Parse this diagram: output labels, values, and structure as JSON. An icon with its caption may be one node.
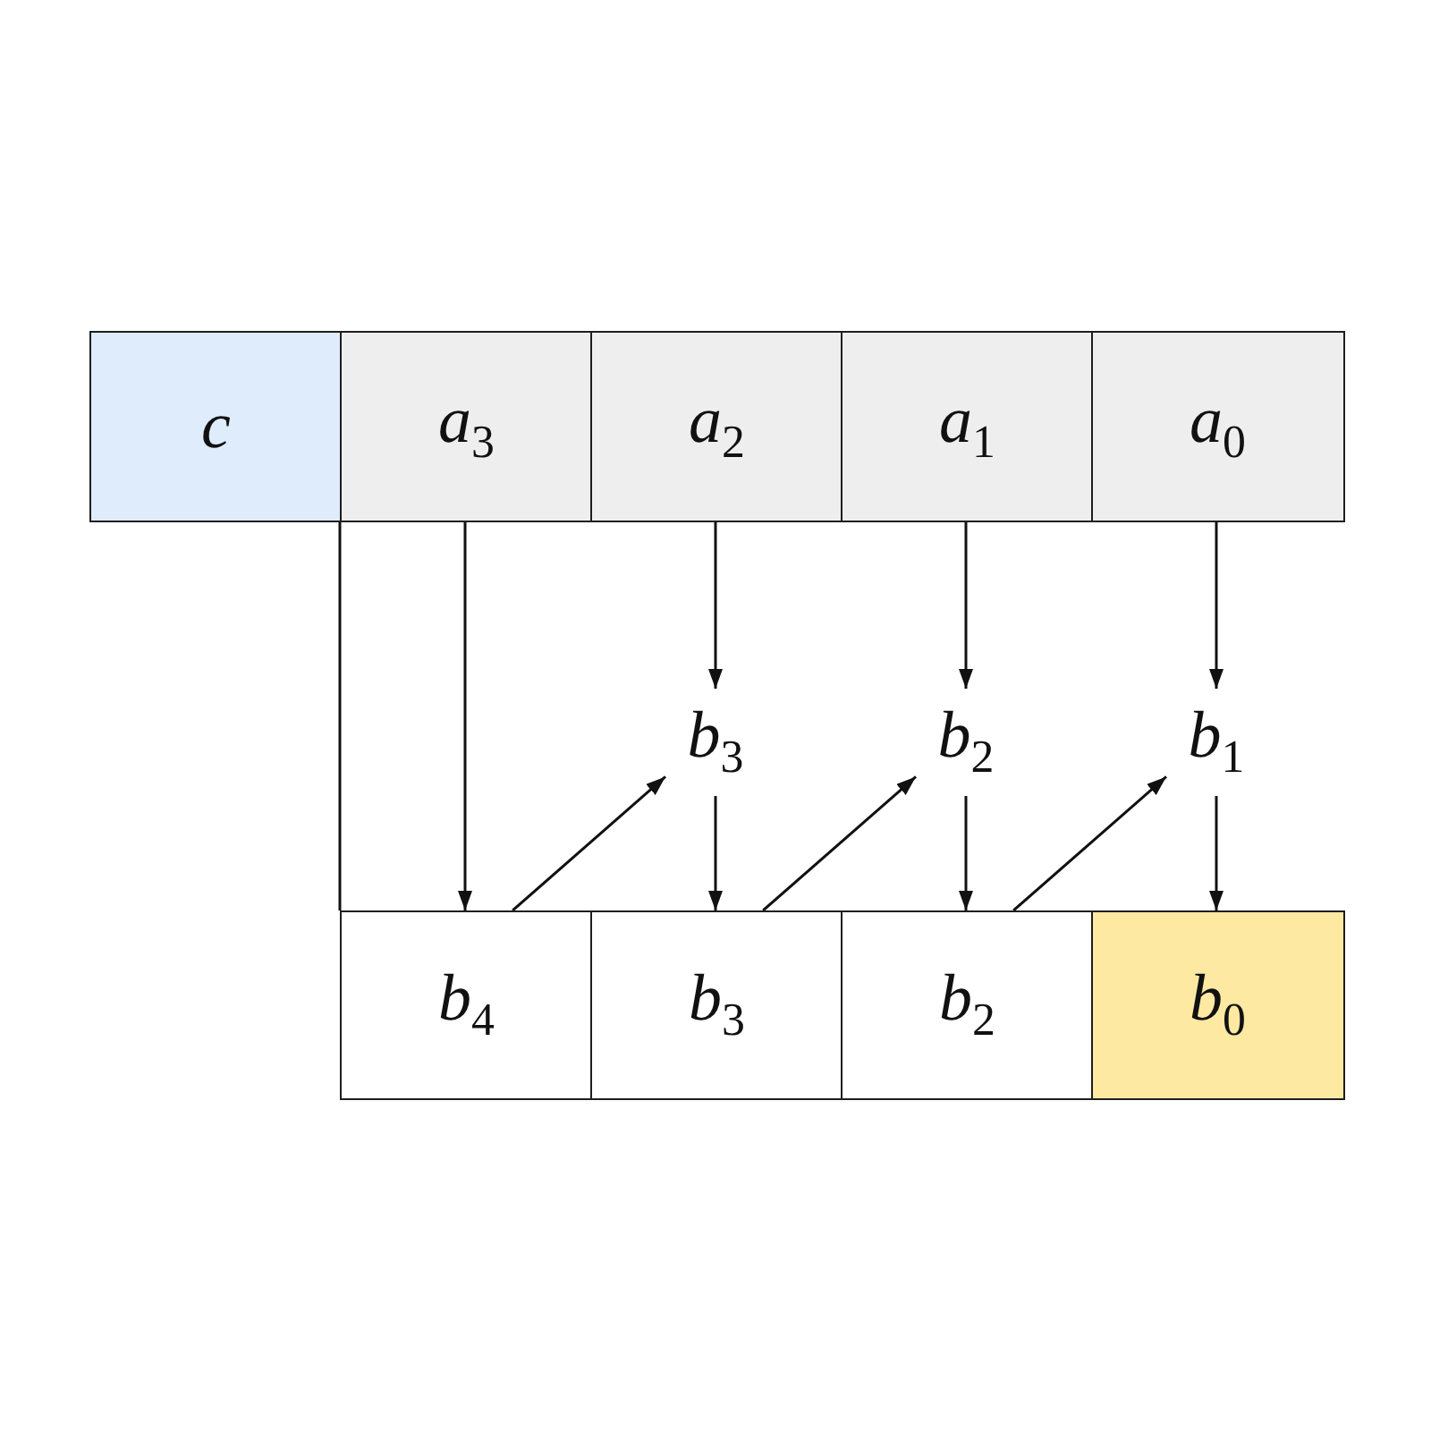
{
  "diagram": {
    "nodes": [
      {
        "text": [
          "c"
        ]
      },
      {
        "text": [
          "a$_{3}$"
        ]
      },
      {
        "text": [
          "a$_{2}$"
        ]
      },
      {
        "text": [
          "a$_{1}$"
        ]
      },
      {
        "text": [
          "a$_{0}$"
        ]
      },
      {
        "text": [
          "b$_{3}$"
        ]
      },
      {
        "text": [
          "b$_{2}$"
        ]
      },
      {
        "text": [
          "b$_{1}$"
        ]
      },
      {
        "text": [
          "b$_{4}$"
        ]
      },
      {
        "text": [
          "b$_{3}$"
        ]
      },
      {
        "text": [
          "b$_{2}$"
        ]
      },
      {
        "text": [
          "b$_{0}$"
        ]
      }
    ],
    "edges": [
      {
        "from": 1,
        "to": 8,
        "arrow": "none"
      },
      {
        "from": 1,
        "to": 8,
        "arrow": "to"
      },
      {
        "from": 2,
        "to": 5,
        "arrow": "to"
      },
      {
        "from": 3,
        "to": 6,
        "arrow": "to"
      },
      {
        "from": 4,
        "to": 7,
        "arrow": "to"
      },
      {
        "from": 8,
        "to": 5,
        "arrow": "to"
      },
      {
        "from": 5,
        "to": 9,
        "arrow": "to"
      },
      {
        "from": 9,
        "to": 6,
        "arrow": "to"
      },
      {
        "from": 6,
        "to": 10,
        "arrow": "to"
      },
      {
        "from": 10,
        "to": 7,
        "arrow": "to"
      },
      {
        "from": 7,
        "to": 11,
        "arrow": "to"
      }
    ]
  }
}
